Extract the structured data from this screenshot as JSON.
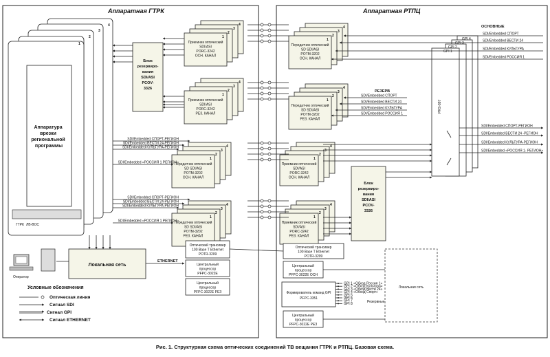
{
  "sections": {
    "gtrk_title": "Аппаратная ГТРК",
    "rtpc_title": "Аппаратная РТПЦ"
  },
  "gtrk": {
    "insert_equipment": "Аппаратура врезки региональной программы",
    "stack_numbers": [
      "1",
      "2",
      "3",
      "4"
    ],
    "reserve_block": [
      "Блок",
      "резервиро-",
      "вания",
      "SDI/ASI",
      "PCOV-",
      "3326"
    ],
    "receivers_main": [
      "Приемник оптический",
      "SDI/ASI",
      "PORC-3242",
      "ОСН. КАНАЛ"
    ],
    "receivers_res": [
      "Приемник оптический",
      "SDI/ASI",
      "PORC-3242",
      "РЕЗ. КАНАЛ"
    ],
    "transmitters_main": [
      "Передатчик оптический",
      "SD SDI/ASI",
      "POTM-3202",
      "ОСН. КАНАЛ"
    ],
    "transmitters_res": [
      "Передатчик оптический",
      "SD SDI/ASI",
      "POTM-3202",
      "РЕЗ. КАНАЛ"
    ],
    "regional_signals": [
      "SDI/Embedded СПОРТ-РЕГИОН",
      "SDI/Embedded ВЕСТИ 24-РЕГИОН",
      "SDI/Embedded КУЛЬТУРА-РЕГИОН",
      "SDI/Embedded «РОССИЯ 1 РЕГИОН»"
    ],
    "panel_labels": [
      "ГТРК",
      "ЛВ-ВОС"
    ],
    "local_net": "Локальная сеть",
    "ethernet": "ETHERNET",
    "operator": "Оператор",
    "transceiver": [
      "Оптический трансивер",
      "100 Base T Ethernet",
      "POTR-3209"
    ],
    "cpu_main": [
      "Центральный",
      "процессор",
      "PFPC-3022E"
    ],
    "cpu_res": [
      "Центральный",
      "процессор",
      "PFPC-3022E РЕЗ"
    ]
  },
  "rtpc": {
    "tx_main": [
      "Передатчик оптический",
      "SD SDI/ASI",
      "POTM-3202",
      "ОСН. КАНАЛ"
    ],
    "tx_res": [
      "Передатчик оптический",
      "SD SDI/ASI",
      "POTM-3202",
      "РЕЗ. КАНАЛ"
    ],
    "rx_main": [
      "Приемник оптический",
      "SDI/ASI",
      "PORC-3242",
      "ОСН. КАНАЛ"
    ],
    "rx_res": [
      "Приемник оптический",
      "SDI/ASI",
      "PORC-3242",
      "РЕЗ. КАНАЛ"
    ],
    "reserve_block": [
      "Блок",
      "резервиро-",
      "вания",
      "SDI/ASI",
      "PCOV-",
      "3326"
    ],
    "main_label": "ОСНОВНЫЕ",
    "reserve_label": "РЕЗЕРВ",
    "main_signals": [
      "SDI/Embedded СПОРТ",
      "SDI/Embedded ВЕСТИ 24",
      "SDI/Embedded КУЛЬТУРА",
      "SDI/Embedded РОССИЯ 1"
    ],
    "reserve_signals": [
      "SDI/Embedded СПОРТ",
      "SDI/Embedded ВЕСТИ 24",
      "SDI/Embedded КУЛЬТУРА",
      "SDI/Embedded РОССИЯ 1"
    ],
    "out_signals": [
      "SDI/Embedded СПОРТ-РЕГИОН",
      "SDI/Embedded ВЕСТИ 24 -РЕГИОН",
      "SDI/Embedded КУЛЬТУРА-РЕГИОН",
      "SDI/Embedded «РОССИЯ 1- РЕГИОН»"
    ],
    "switch": "PRS-897",
    "gpi_labels": [
      "GPI 1",
      "GPI 2",
      "GPI 3",
      "GPI 4"
    ],
    "transceiver": [
      "Оптический трансивер",
      "100 Base T Ethernet",
      "POTR-3209"
    ],
    "cpu_main": [
      "Центральный",
      "процессор",
      "PFPC-3022E ОСН"
    ],
    "gpi_former": [
      "Формирователь команд GPI",
      "PFPC-3351"
    ],
    "gpi_outs": [
      "GPI 1 «Обход Россия 1»",
      "GPI 2 «Обход Культура»",
      "GPI 3 «Обход Вести 24»",
      "GPI 4 «Обход Спорт»",
      "GPI 5",
      "GPI 6",
      "GPI 7",
      "GPI 8"
    ],
    "reserve_note": "Резервные",
    "cpu_res": [
      "Центральный",
      "процессор",
      "PFPC-3022E РЕЗ"
    ],
    "local_net": "Локальная сеть"
  },
  "legend": {
    "title": "Условные обозначения",
    "items": [
      "Оптическая линия",
      "Сигнал SDI",
      "Сигнал GPI",
      "Сигнал ETHERNET"
    ]
  },
  "caption": "Рис. 1. Структурная схема оптических соединений ТВ вещания ГТРК  и РТПЦ. Базовая схема."
}
